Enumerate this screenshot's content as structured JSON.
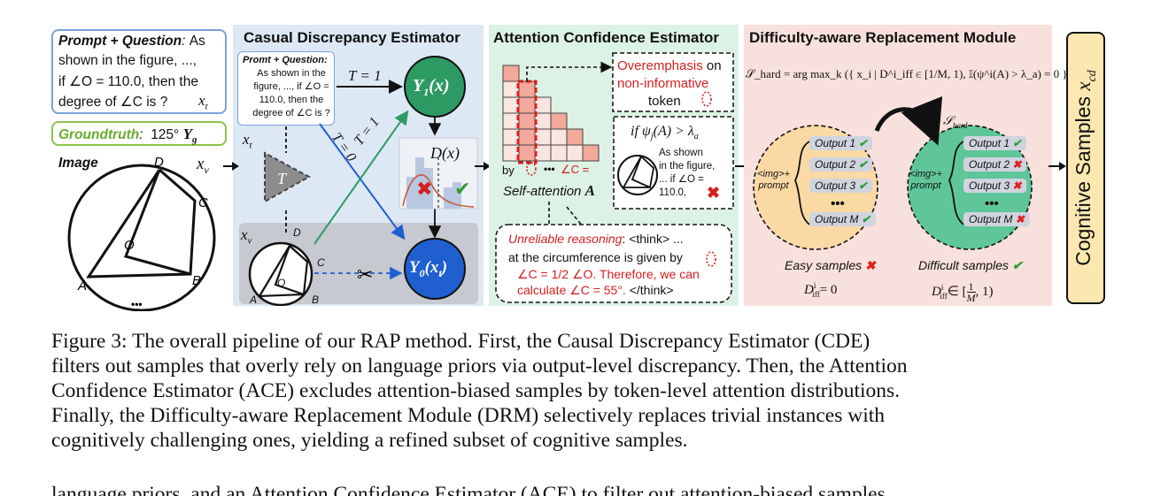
{
  "left": {
    "prompt_title": "Prompt + Question",
    "prompt_lines": [
      "As",
      "shown in the figure, ...,",
      "if ∠O = 110.0, then the",
      "degree of ∠C is ?"
    ],
    "prompt_var": "x",
    "prompt_var_sub": "t",
    "groundtruth_label": "Groundtruth",
    "groundtruth_value": "125°",
    "groundtruth_var": "Y",
    "groundtruth_var_sub": "g",
    "image_label": "Image",
    "image_var": "x",
    "image_var_sub": "v",
    "points": [
      "D",
      "C",
      "B",
      "A",
      "O"
    ],
    "ellipsis": "•••"
  },
  "cde": {
    "title": "Casual Discrepancy Estimator",
    "prompt_title": "Promt + Question",
    "prompt_lines": [
      "As shown in the",
      "figure, ..., if ∠O =",
      "110.0, then the",
      "degree of ∠C is ?"
    ],
    "xt": "x",
    "xt_sub": "t",
    "T_symbol": "T",
    "t1": "T = 1",
    "t1_diag": "T = 1",
    "t0_diag": "T = 0",
    "y1": "Y",
    "y1_sub": "1",
    "y1_arg": "(x)",
    "y0": "Y",
    "y0_sub": "0",
    "y0_arg": "(x",
    "y0_arg_sub": "t",
    "y0_arg_end": ")",
    "dx": "D(x)",
    "xv": "x",
    "xv_sub": "v",
    "points": [
      "D",
      "C",
      "O",
      "A",
      "B"
    ]
  },
  "ace": {
    "title": "Attention Confidence Estimator",
    "over1": "Overemphasis",
    "over2": " on",
    "over3": "non-informative",
    "over4": "token",
    "cond": "if  ψ",
    "cond_sub": "j",
    "cond_end": "(A) > λ",
    "cond_end_sub": "a",
    "mini_lines": [
      "As shown",
      "in the figure,",
      "... if ∠O =",
      "110.0,"
    ],
    "by": "by",
    "dots": "•••",
    "angle": "∠C  =",
    "selfatt": "Self-attention ",
    "selfatt_var": "A",
    "reason_red": "Unreliable reasoning",
    "reason_l1": ": <think> ...",
    "reason_l2": "at the circumference is given by",
    "reason_l3": "∠C = 1/2 ∠O. Therefore, we can",
    "reason_l4a": "calculate ∠C = 55°.",
    "reason_l4b": " </think>"
  },
  "drm": {
    "title": "Difficulty-aware Replacement Module",
    "formula": "𝒮_hard = arg max_k ({ x_i | D^i_iff ∈ [1/M, 1), 𝕀(ψ^i(A) > λ_a) = 0 })",
    "s_hard": "𝒮",
    "s_hard_sub": "hard",
    "img_prompt_l1": "<img>+",
    "img_prompt_l2": "prompt",
    "easy_outputs": [
      "Output 1",
      "Output 2",
      "Output 3",
      "Output M"
    ],
    "hard_outputs": [
      "Output 1",
      "Output 2",
      "Output 3",
      "Output M"
    ],
    "dots": "•••",
    "easy_label": "Easy samples",
    "hard_label": "Difficult samples",
    "easy_eq": "= 0",
    "hard_eq": "∈ [",
    "hard_frac_num": "1",
    "hard_frac_den": "M",
    "hard_eq_end": ", 1)",
    "d_sym": "D",
    "d_sup": "i",
    "d_sub": "iff"
  },
  "side": {
    "label": "Cognitive Samples ",
    "var": "x",
    "var_sub": "cd"
  },
  "caption": {
    "lines": [
      "Figure 3: The overall pipeline of our RAP method. First, the Causal Discrepancy Estimator (CDE)",
      "filters out samples that overly rely on language priors via output-level discrepancy. Then, the Attention",
      "Confidence Estimator (ACE) excludes attention-biased samples by token-level attention distributions.",
      "Finally, the Difficulty-aware Replacement Module (DRM) selectively replaces trivial instances with",
      "cognitively challenging ones, yielding a refined subset of cognitive samples."
    ],
    "cutoff": "language priors, and an Attention Confidence Estimator (ACE) to filter out attention-biased samples"
  },
  "colors": {
    "cde_bg": "#dde8f5",
    "ace_bg": "#dcf2e4",
    "drm_bg": "#f8e1dc",
    "green": "#2e9a63",
    "blue": "#1f5fd0",
    "red": "#d42020"
  }
}
